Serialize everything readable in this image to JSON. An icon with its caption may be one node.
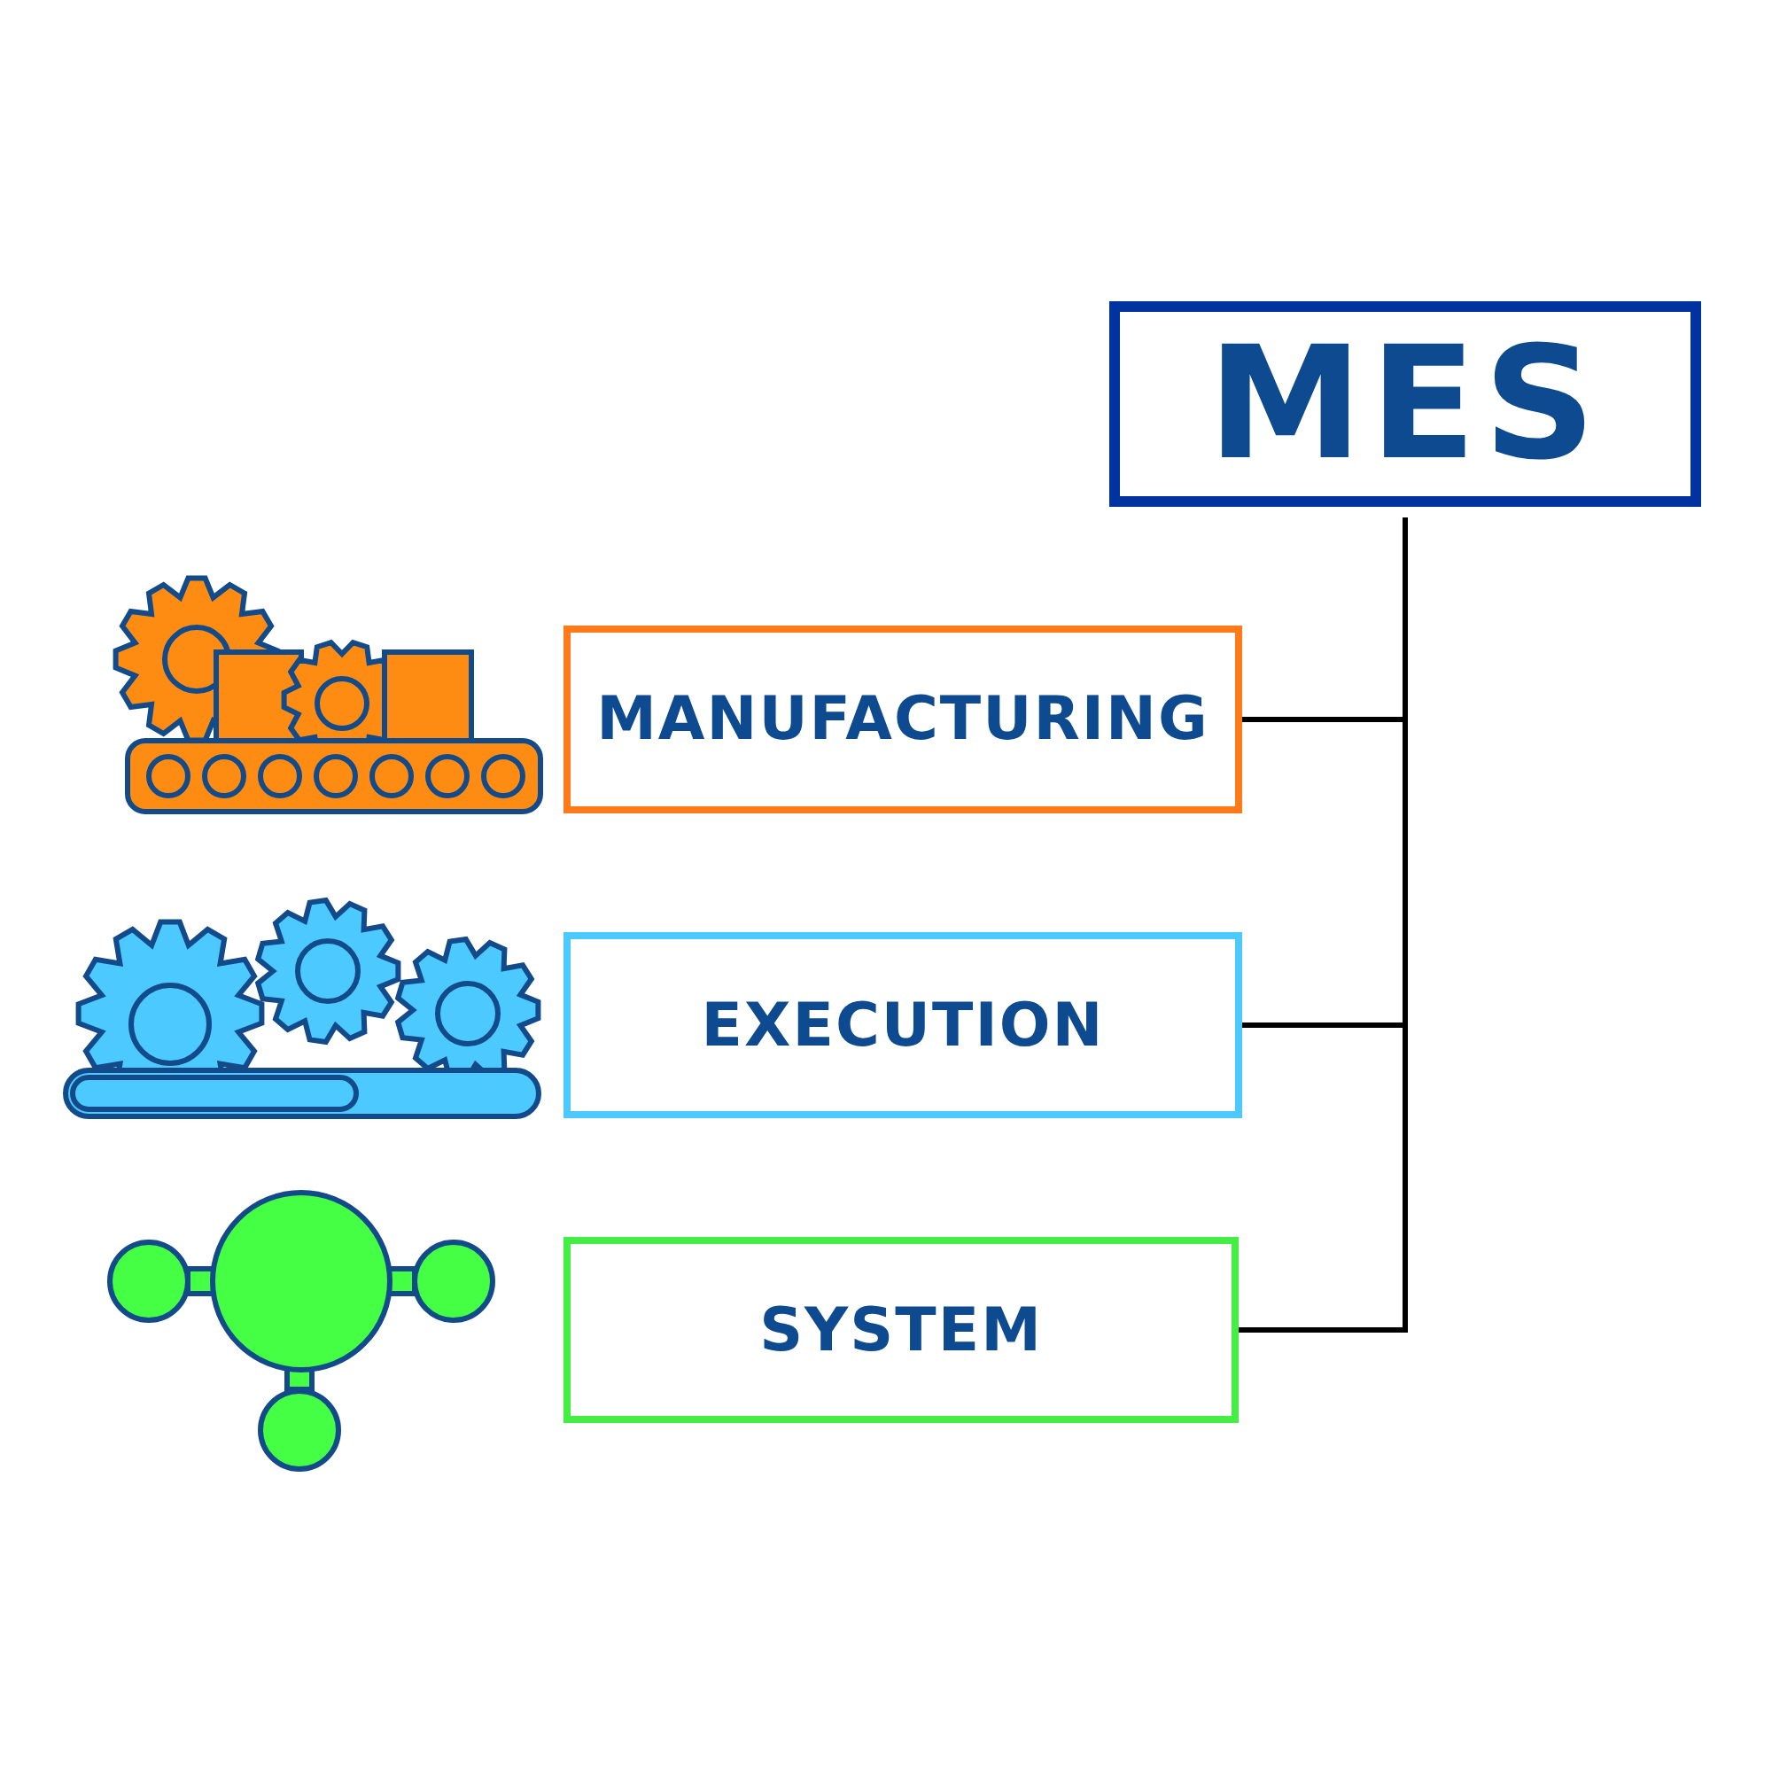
{
  "diagram": {
    "nodes": [
      {
        "text": [
          "MES"
        ]
      },
      {
        "text": [
          "MANUFACTURING"
        ]
      },
      {
        "text": [
          "EXECUTION"
        ]
      },
      {
        "text": [
          "SYSTEM"
        ]
      }
    ],
    "edges": [
      {
        "from": 0,
        "to": 1,
        "arrow": "none"
      },
      {
        "from": 0,
        "to": 2,
        "arrow": "none"
      },
      {
        "from": 0,
        "to": 3,
        "arrow": "none"
      }
    ]
  }
}
